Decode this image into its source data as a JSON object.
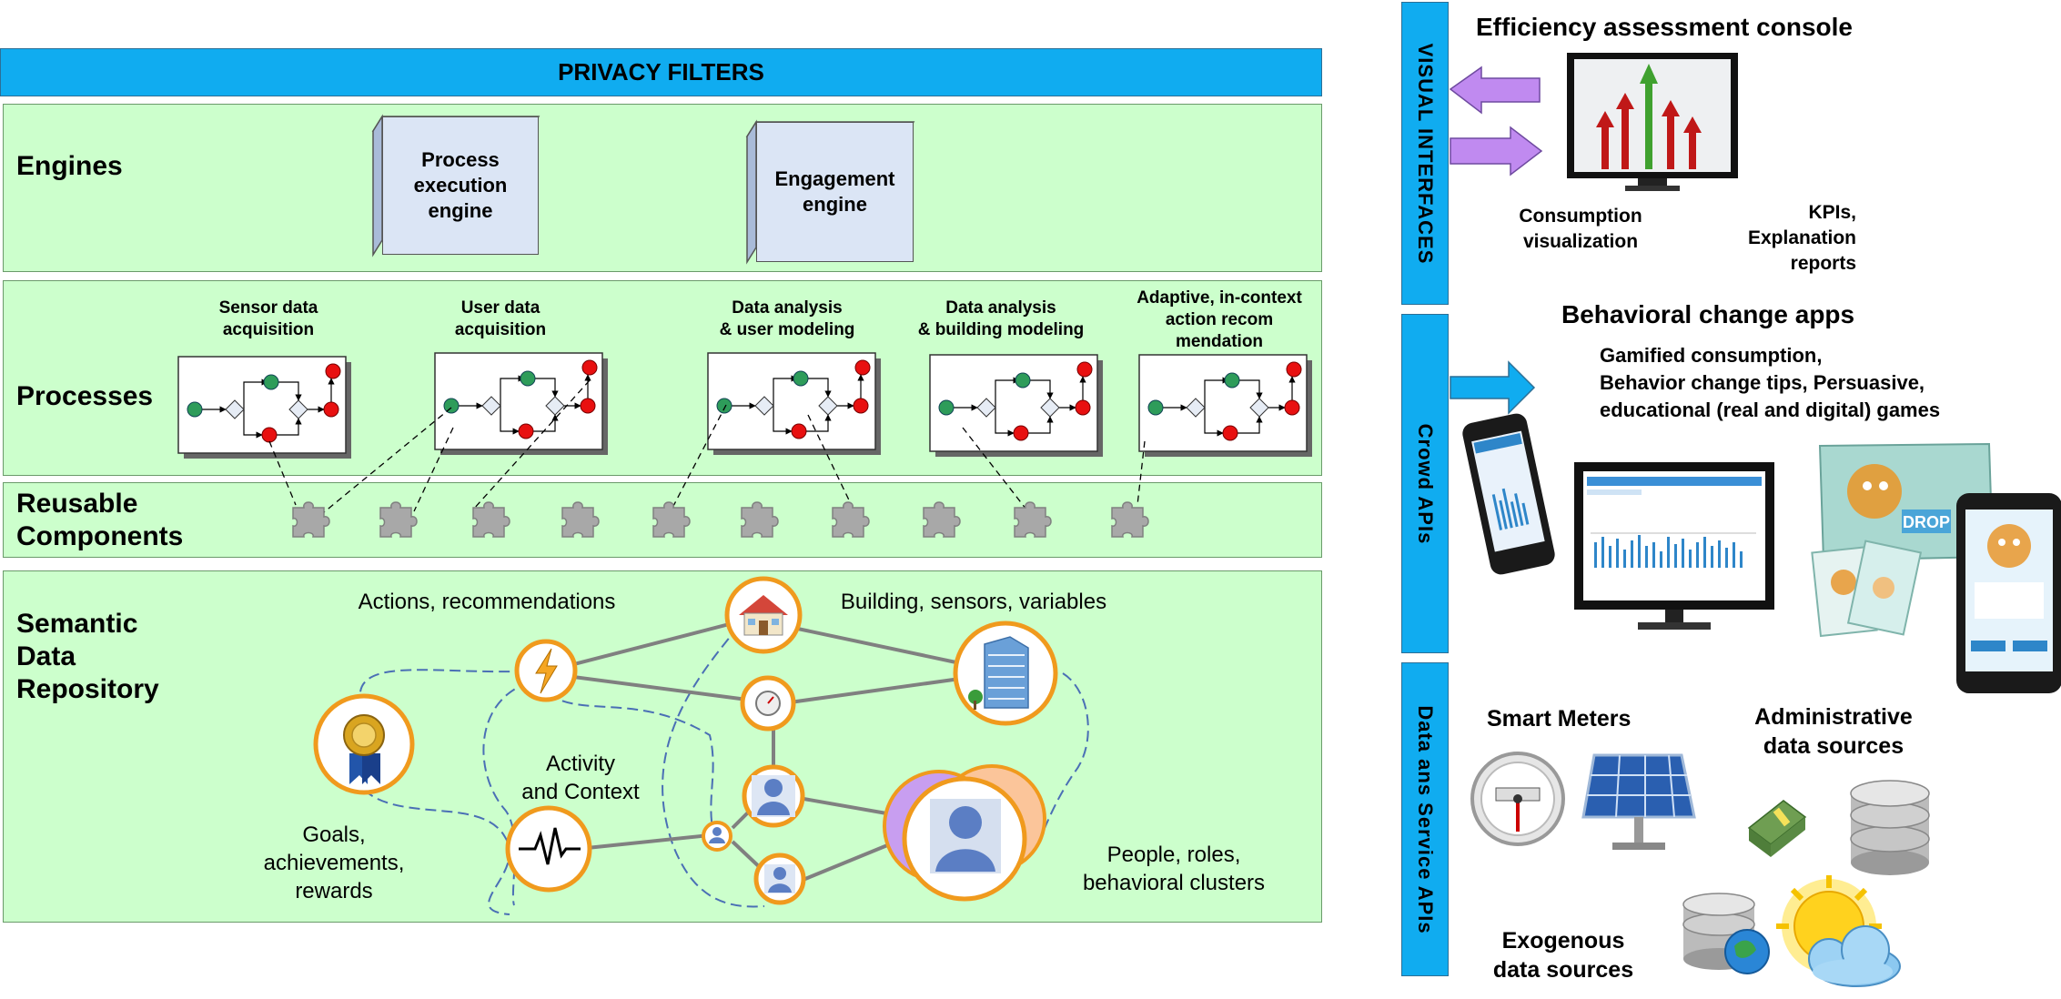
{
  "privacy_filters": "PRIVACY FILTERS",
  "layers": {
    "engines": {
      "title": "Engines",
      "process_engine": "Process\nexecution\nengine",
      "engagement_engine": "Engagement\nengine"
    },
    "processes": {
      "title": "Processes",
      "items": [
        "Sensor data\nacquisition",
        "User data\nacquisition",
        "Data analysis\n& user modeling",
        "Data analysis\n& building modeling",
        "Adaptive, in-context\naction recom\nmendation"
      ]
    },
    "reusable": {
      "title": "Reusable\nComponents"
    },
    "semantic": {
      "title": "Semantic\nData\nRepository",
      "actions": "Actions, recommendations",
      "building": "Building, sensors, variables",
      "activity": "Activity\nand Context",
      "goals": "Goals,\nachievements,\nrewards",
      "people": "People, roles,\nbehavioral clusters"
    }
  },
  "side_bars": {
    "visual": "VISUAL  INTERFACES",
    "crowd": "Crowd  APIs",
    "data": "Data ans Service APIs"
  },
  "right": {
    "console_title": "Efficiency assessment console",
    "consumption": "Consumption\nvisualization",
    "kpis": "KPIs,\nExplanation\nreports",
    "apps_title": "Behavioral change apps",
    "apps_desc": "Gamified consumption,\nBehavior change tips, Persuasive,\neducational (real and digital) games",
    "smart_meters": "Smart Meters",
    "admin": "Administrative\ndata sources",
    "exogenous": "Exogenous\ndata sources",
    "game_logo": "DROP"
  }
}
